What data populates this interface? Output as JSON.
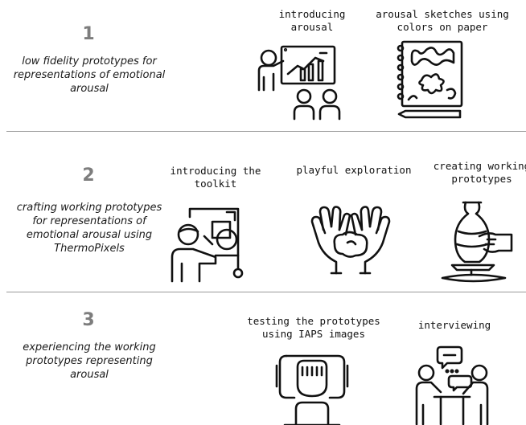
{
  "steps": [
    {
      "number": "1",
      "description": "low fidelity prototypes for representations of emotional arousal",
      "activities": [
        {
          "caption": "introducing\narousal",
          "icon": "presenter-chart-icon"
        },
        {
          "caption": "arousal sketches using\ncolors on paper",
          "icon": "sketchbook-pencil-icon"
        }
      ]
    },
    {
      "number": "2",
      "description": "crafting working prototypes for representations of emotional arousal using ThermoPixels",
      "activities": [
        {
          "caption": "introducing the\ntoolkit",
          "icon": "presenter-shapes-icon"
        },
        {
          "caption": "playful exploration",
          "icon": "hands-clay-icon"
        },
        {
          "caption": "creating working\nprototypes",
          "icon": "pottery-wheel-icon"
        }
      ]
    },
    {
      "number": "3",
      "description": "experiencing the working prototypes representing arousal",
      "activities": [
        {
          "caption": "testing the prototypes\nusing IAPS images",
          "icon": "person-at-screen-icon"
        },
        {
          "caption": "interviewing",
          "icon": "interview-icon"
        }
      ]
    }
  ]
}
